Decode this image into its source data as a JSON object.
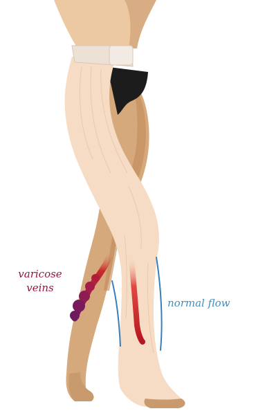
{
  "labels": {
    "varicose": {
      "line1": "varicose",
      "line2": "veins"
    },
    "normal_flow": "normal flow"
  },
  "colors": {
    "varicose_label": "#9a1238",
    "normal_flow_label": "#3f8fbf",
    "skin": "#ecc9a2",
    "skin_shadow": "#c99a72",
    "stocking_front": "#f6dcc4",
    "stocking_back": "#d9ac80",
    "stocking_back_dark": "#b07a4e",
    "waistband": "#ede0d4",
    "underwear": "#1c1c1c",
    "vein_red": "#c0202a",
    "vein_purple": "#7a1a5c",
    "flow_blue": "#3a7dba"
  },
  "icons": {
    "illustration": "legs-in-compression-stocking-illustration"
  }
}
